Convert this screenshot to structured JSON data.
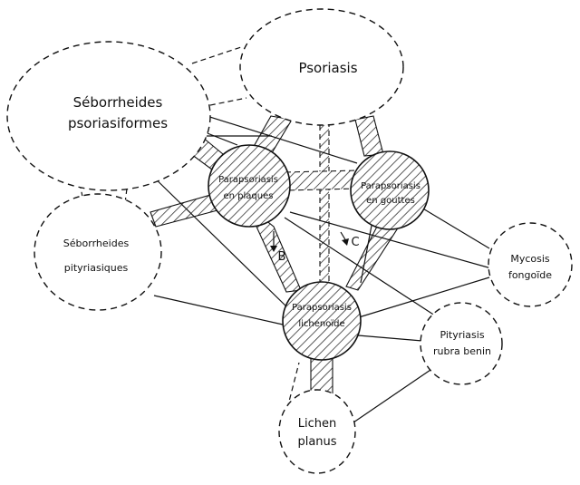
{
  "nodes": {
    "psoriasis": "Psoriasis",
    "seborrheides_psoriasiformes": [
      "Séborrheides",
      "psoriasiformes"
    ],
    "seborrheides_pityriasiques": [
      "Séborrheides",
      "pityriasiques"
    ],
    "parapsoriasis_plaques": [
      "Parapsoriasis",
      "en plaques"
    ],
    "parapsoriasis_gouttes": [
      "Parapsoriasis",
      "en gouttes"
    ],
    "parapsoriasis_lichenoide": [
      "Parapsoriasis",
      "lichenoïde"
    ],
    "mycosis_fongoide": [
      "Mycosis",
      "fongoïde"
    ],
    "pityriasis_rubra": [
      "Pityriasis",
      "rubra benin"
    ],
    "lichen_planus": [
      "Lichen",
      "planus"
    ]
  },
  "markers": {
    "b": "B",
    "c": "C"
  },
  "colors": {
    "ink": "#111111",
    "hatch": "#333333",
    "paper": "#ffffff"
  }
}
